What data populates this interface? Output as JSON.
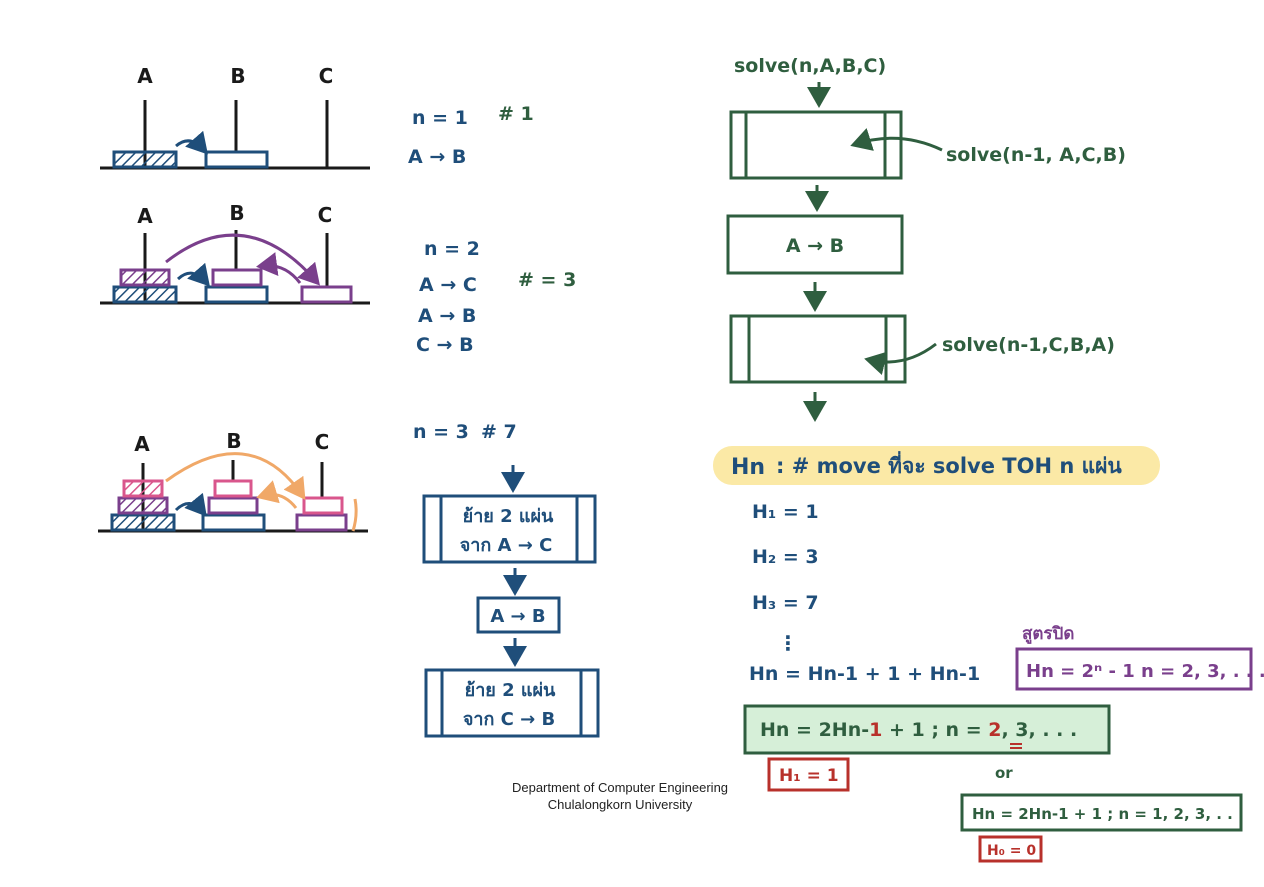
{
  "colors": {
    "black": "#1a1a1a",
    "blue": "#1f4e7a",
    "green": "#2f5e3f",
    "purple": "#7a3f8c",
    "pink": "#d9568c",
    "orange": "#f0a868",
    "red": "#b8312b",
    "highlight_yellow": "#fbe9a6",
    "highlight_green": "#d6efd8"
  },
  "towers": {
    "peg_a": "A",
    "peg_b": "B",
    "peg_c": "C"
  },
  "cases": {
    "n1": {
      "label": "n = 1",
      "count": "# 1",
      "moves": [
        "A → B"
      ]
    },
    "n2": {
      "label": "n = 2",
      "count": "# = 3",
      "moves": [
        "A → C",
        "A → B",
        "C → B"
      ]
    },
    "n3": {
      "label": "n = 3",
      "count": "# 7"
    }
  },
  "n3_flow": {
    "box1_line1": "ย้าย 2 แผ่น",
    "box1_line2": "จาก A → C",
    "box2": "A → B",
    "box3_line1": "ย้าย 2 แผ่น",
    "box3_line2": "จาก C → B"
  },
  "solve_flow": {
    "entry": "solve(n,A,B,C)",
    "call1": "solve(n-1, A,C,B)",
    "middle": "A → B",
    "call2": "solve(n-1,C,B,A)"
  },
  "definition": {
    "symbol": "Hn",
    "text": ": # move  ที่จะ solve  TOH n แผ่น"
  },
  "values": {
    "h1": "H₁ = 1",
    "h2": "H₂ = 3",
    "h3": "H₃ = 7",
    "dots": "⋮",
    "hn": "Hn = Hn-1 + 1 + Hn-1"
  },
  "closed_form": {
    "title": "สูตรปิด",
    "formula": "Hn = 2ⁿ - 1    n = 2, 3, . . ."
  },
  "recurrence": {
    "formula_a": "Hn  =  2Hn-",
    "sub_one": "1",
    "formula_b": " + 1    ;   n = ",
    "two": "2",
    "formula_c": ", 3, . . .",
    "initial": "H₁ = 1",
    "or": "or",
    "alt_formula": "Hn = 2Hn-1 + 1 ;  n = 1, 2, 3, . . .",
    "alt_initial": "H₀ = 0"
  },
  "footer": {
    "line1": "Department of Computer Engineering",
    "line2": "Chulalongkorn University"
  }
}
